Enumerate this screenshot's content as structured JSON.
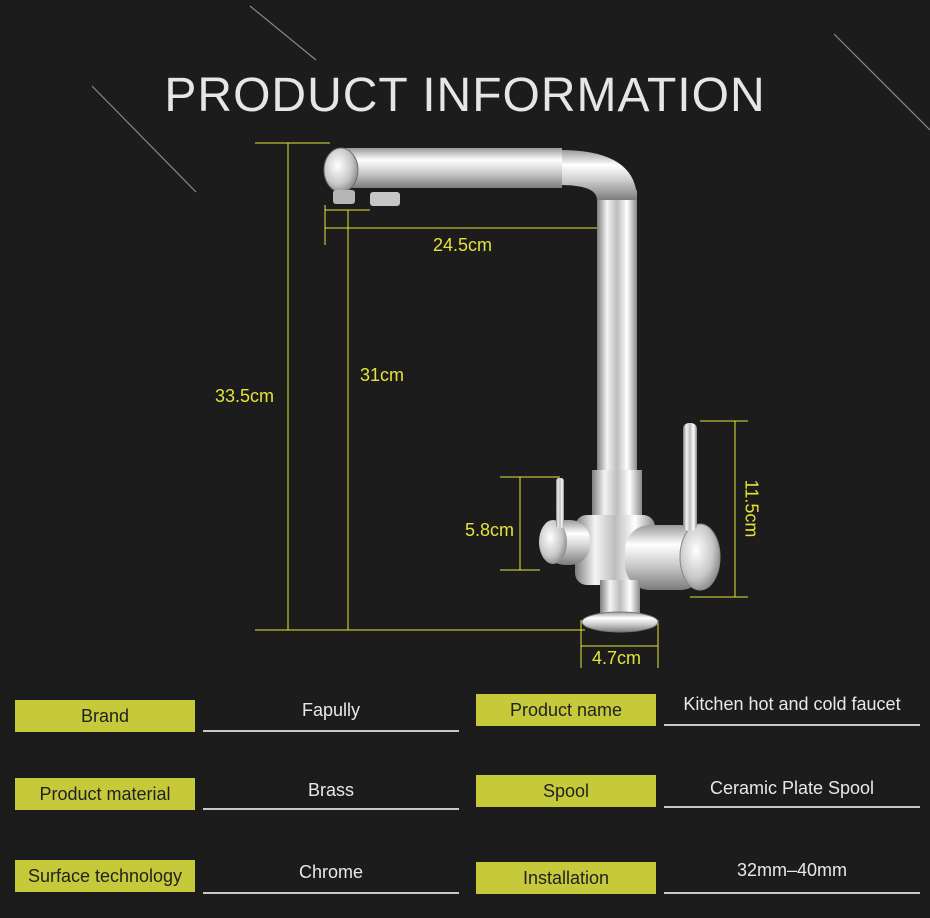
{
  "page": {
    "title": "PRODUCT INFORMATION"
  },
  "dimensions": {
    "total_height": "33.5cm",
    "spout_height": "31cm",
    "spout_reach": "24.5cm",
    "handle_height": "5.8cm",
    "side_height": "11.5cm",
    "base_diameter": "4.7cm"
  },
  "specs": [
    {
      "label": "Brand",
      "value": "Fapully"
    },
    {
      "label": "Product name",
      "value": "Kitchen hot and cold faucet"
    },
    {
      "label": "Product material",
      "value": "Brass"
    },
    {
      "label": "Spool",
      "value": "Ceramic Plate Spool"
    },
    {
      "label": "Surface technology",
      "value": "Chrome"
    },
    {
      "label": "Installation",
      "value": "32mm–40mm"
    }
  ],
  "colors": {
    "background": "#1c1c1c",
    "accent": "#c5c93a",
    "dimension_line": "#e4e23a"
  }
}
